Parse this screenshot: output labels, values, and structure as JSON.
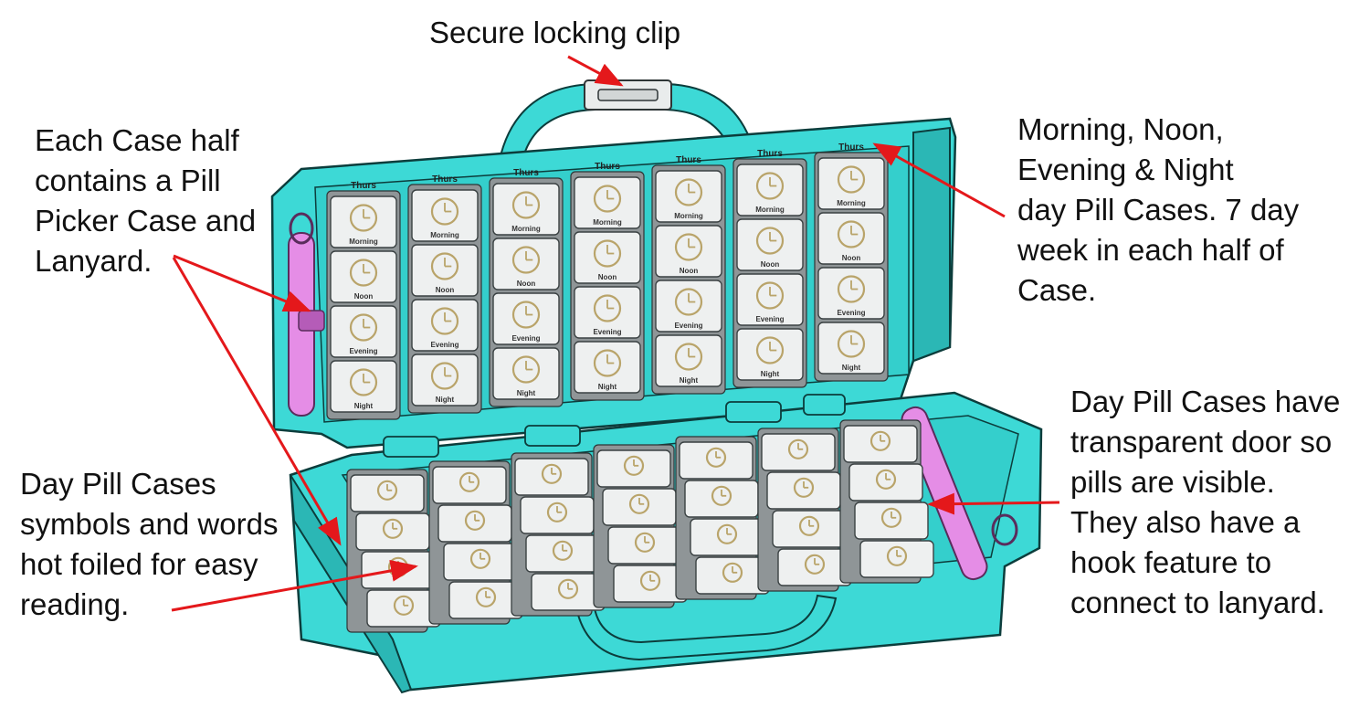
{
  "callouts": {
    "locking_clip": {
      "lines": [
        "Secure locking clip"
      ]
    },
    "case_half": {
      "lines": [
        "Each Case half",
        "contains a Pill",
        "Picker Case and",
        "Lanyard."
      ]
    },
    "day_cases_top": {
      "lines": [
        "Morning, Noon,",
        "Evening & Night",
        "day Pill Cases. 7 day",
        "week in each half of",
        "Case."
      ]
    },
    "symbols_words": {
      "lines": [
        "Day Pill Cases",
        "symbols and words",
        "hot foiled for easy",
        "reading."
      ]
    },
    "transparent_door": {
      "lines": [
        "Day Pill Cases have",
        "transparent door so",
        "pills are visible.",
        "They also have a",
        "hook feature to",
        "connect to lanyard."
      ]
    }
  },
  "compartment_labels": {
    "day": "Thurs",
    "slots": [
      "Morning",
      "Noon",
      "Evening",
      "Night"
    ]
  },
  "colors": {
    "case_body": "#3dd9d6",
    "case_shadow": "#2bb7b5",
    "case_outline": "#0c3d3c",
    "lanyard": "#e58de6",
    "lanyard_dark": "#b55cb8",
    "pill_case": "#eef0f0",
    "pill_case_dark": "#8f9597",
    "foil": "#b9a46a",
    "arrow": "#e4181b"
  }
}
